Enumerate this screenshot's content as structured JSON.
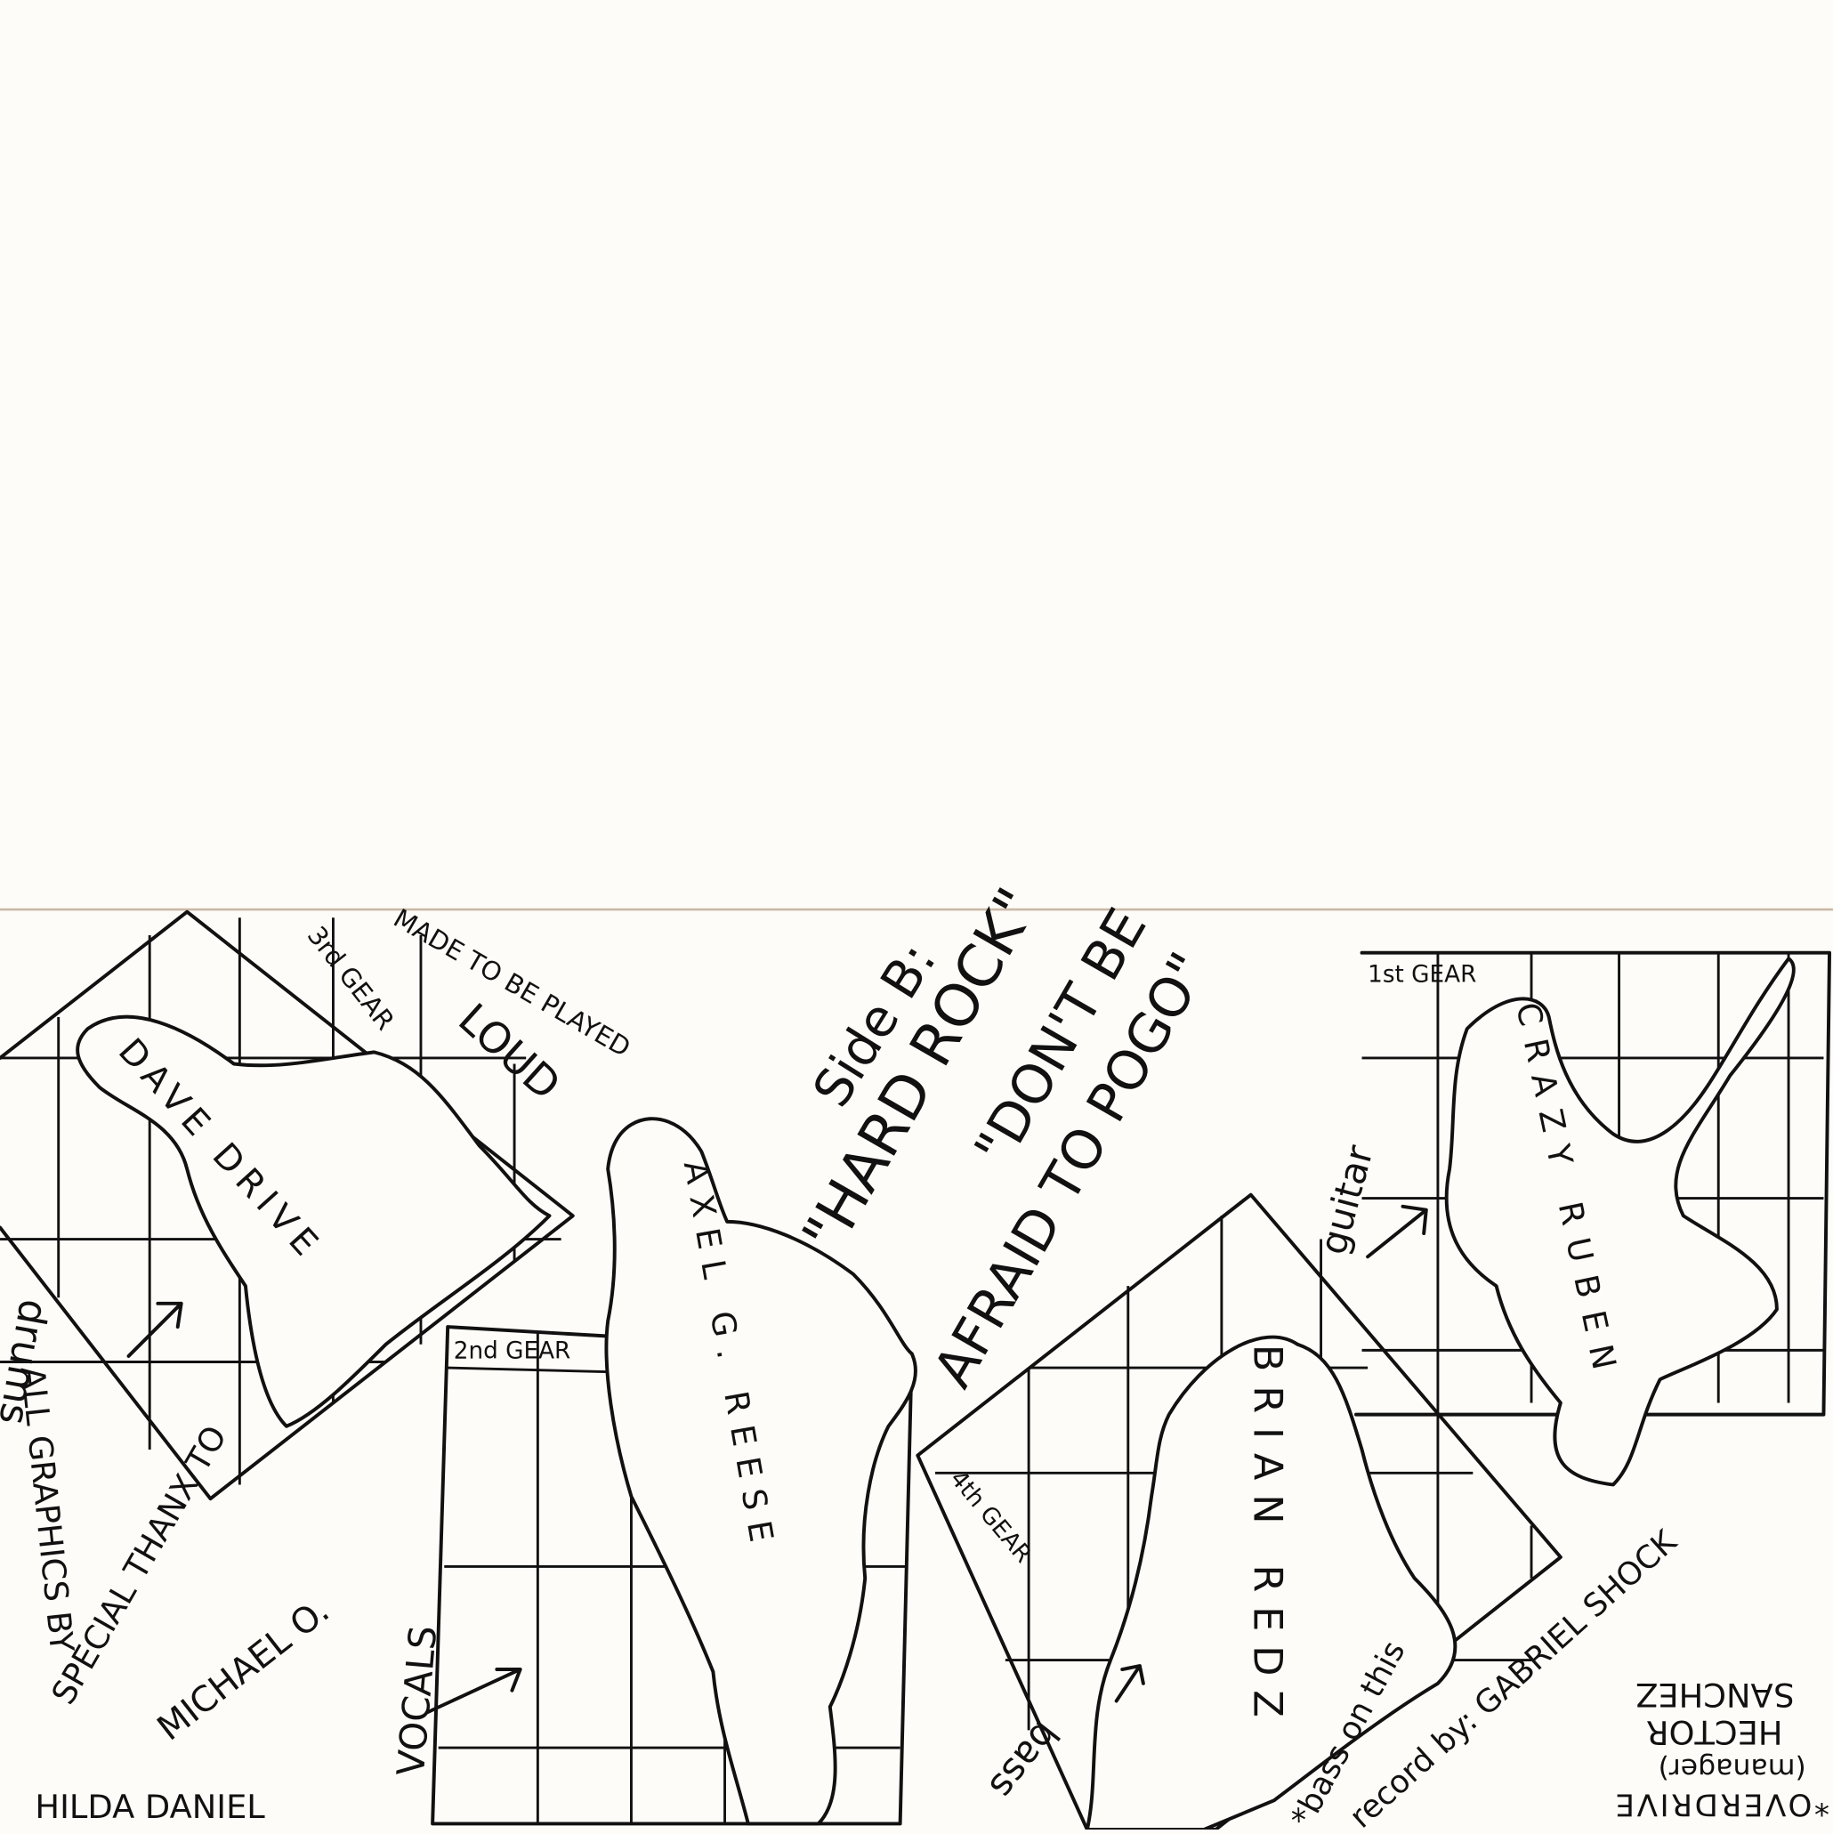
{
  "colors": {
    "paper": "#fefcf8",
    "ink": "#111111",
    "fold_line": "#c9b8a6"
  },
  "credits": {
    "made_to_be_played": "MADE TO BE PLAYED",
    "loud": "LOUD",
    "side": "Side B:",
    "song1": "\"HARD ROCK\"",
    "song2_line1": "\"DON'T BE",
    "song2_line2": "AFRAID TO POGO\"",
    "special_thanks": "SPECIAL THANX TO",
    "thanks_name": "MICHAEL O.",
    "graphics_by": "ALL GRAPHICS BY",
    "graphics_name": "HILDA DANIEL",
    "bass_note_line1": "*bass on this",
    "bass_note_line2": "record by: GABRIEL SHOCK",
    "manager_line1": "*OVERDRIVE",
    "manager_line2": "(manager)",
    "manager_line3": "HECTOR",
    "manager_line4": "SANCHEZ"
  },
  "members": [
    {
      "gear": "3rd GEAR",
      "instrument": "drums",
      "name": "DAVE DRIVE"
    },
    {
      "gear": "2nd GEAR",
      "instrument": "VOCALS",
      "name": "AXEL G. REESE"
    },
    {
      "gear": "4th GEAR",
      "instrument": "bass",
      "name": "BRIAN REDZ"
    },
    {
      "gear": "1st GEAR",
      "instrument": "guitar",
      "name": "CRAZY RUBEN"
    }
  ]
}
